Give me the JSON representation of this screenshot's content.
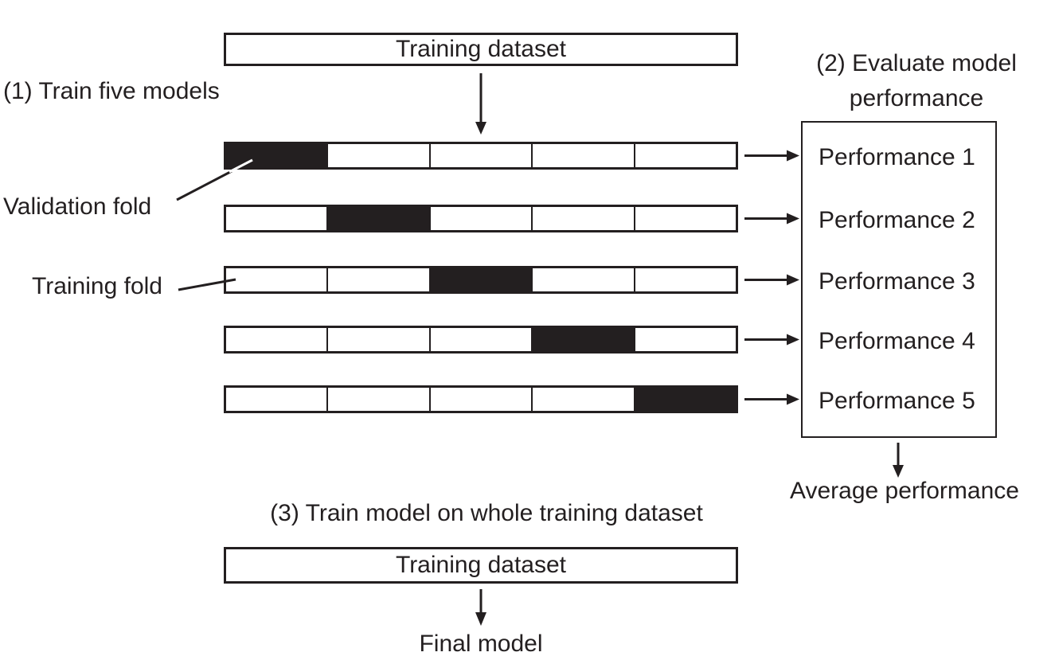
{
  "colors": {
    "ink": "#231f20",
    "background": "#ffffff",
    "validation_fill": "#231f20"
  },
  "step1": {
    "label": "(1) Train five models"
  },
  "top_box": {
    "label": "Training dataset"
  },
  "folds": {
    "validation_label": "Validation fold",
    "training_label": "Training fold",
    "cells_per_row": 5,
    "rows": [
      {
        "model": 1,
        "validation_fold_index": 0
      },
      {
        "model": 2,
        "validation_fold_index": 1
      },
      {
        "model": 3,
        "validation_fold_index": 2
      },
      {
        "model": 4,
        "validation_fold_index": 3
      },
      {
        "model": 5,
        "validation_fold_index": 4
      }
    ]
  },
  "step2": {
    "line1": "(2) Evaluate model",
    "line2": "performance"
  },
  "performance": {
    "items": [
      "Performance 1",
      "Performance 2",
      "Performance 3",
      "Performance 4",
      "Performance 5"
    ],
    "average_label": "Average performance"
  },
  "step3": {
    "label": "(3) Train model on whole training dataset"
  },
  "bottom_box": {
    "label": "Training dataset"
  },
  "final_model_label": "Final model"
}
